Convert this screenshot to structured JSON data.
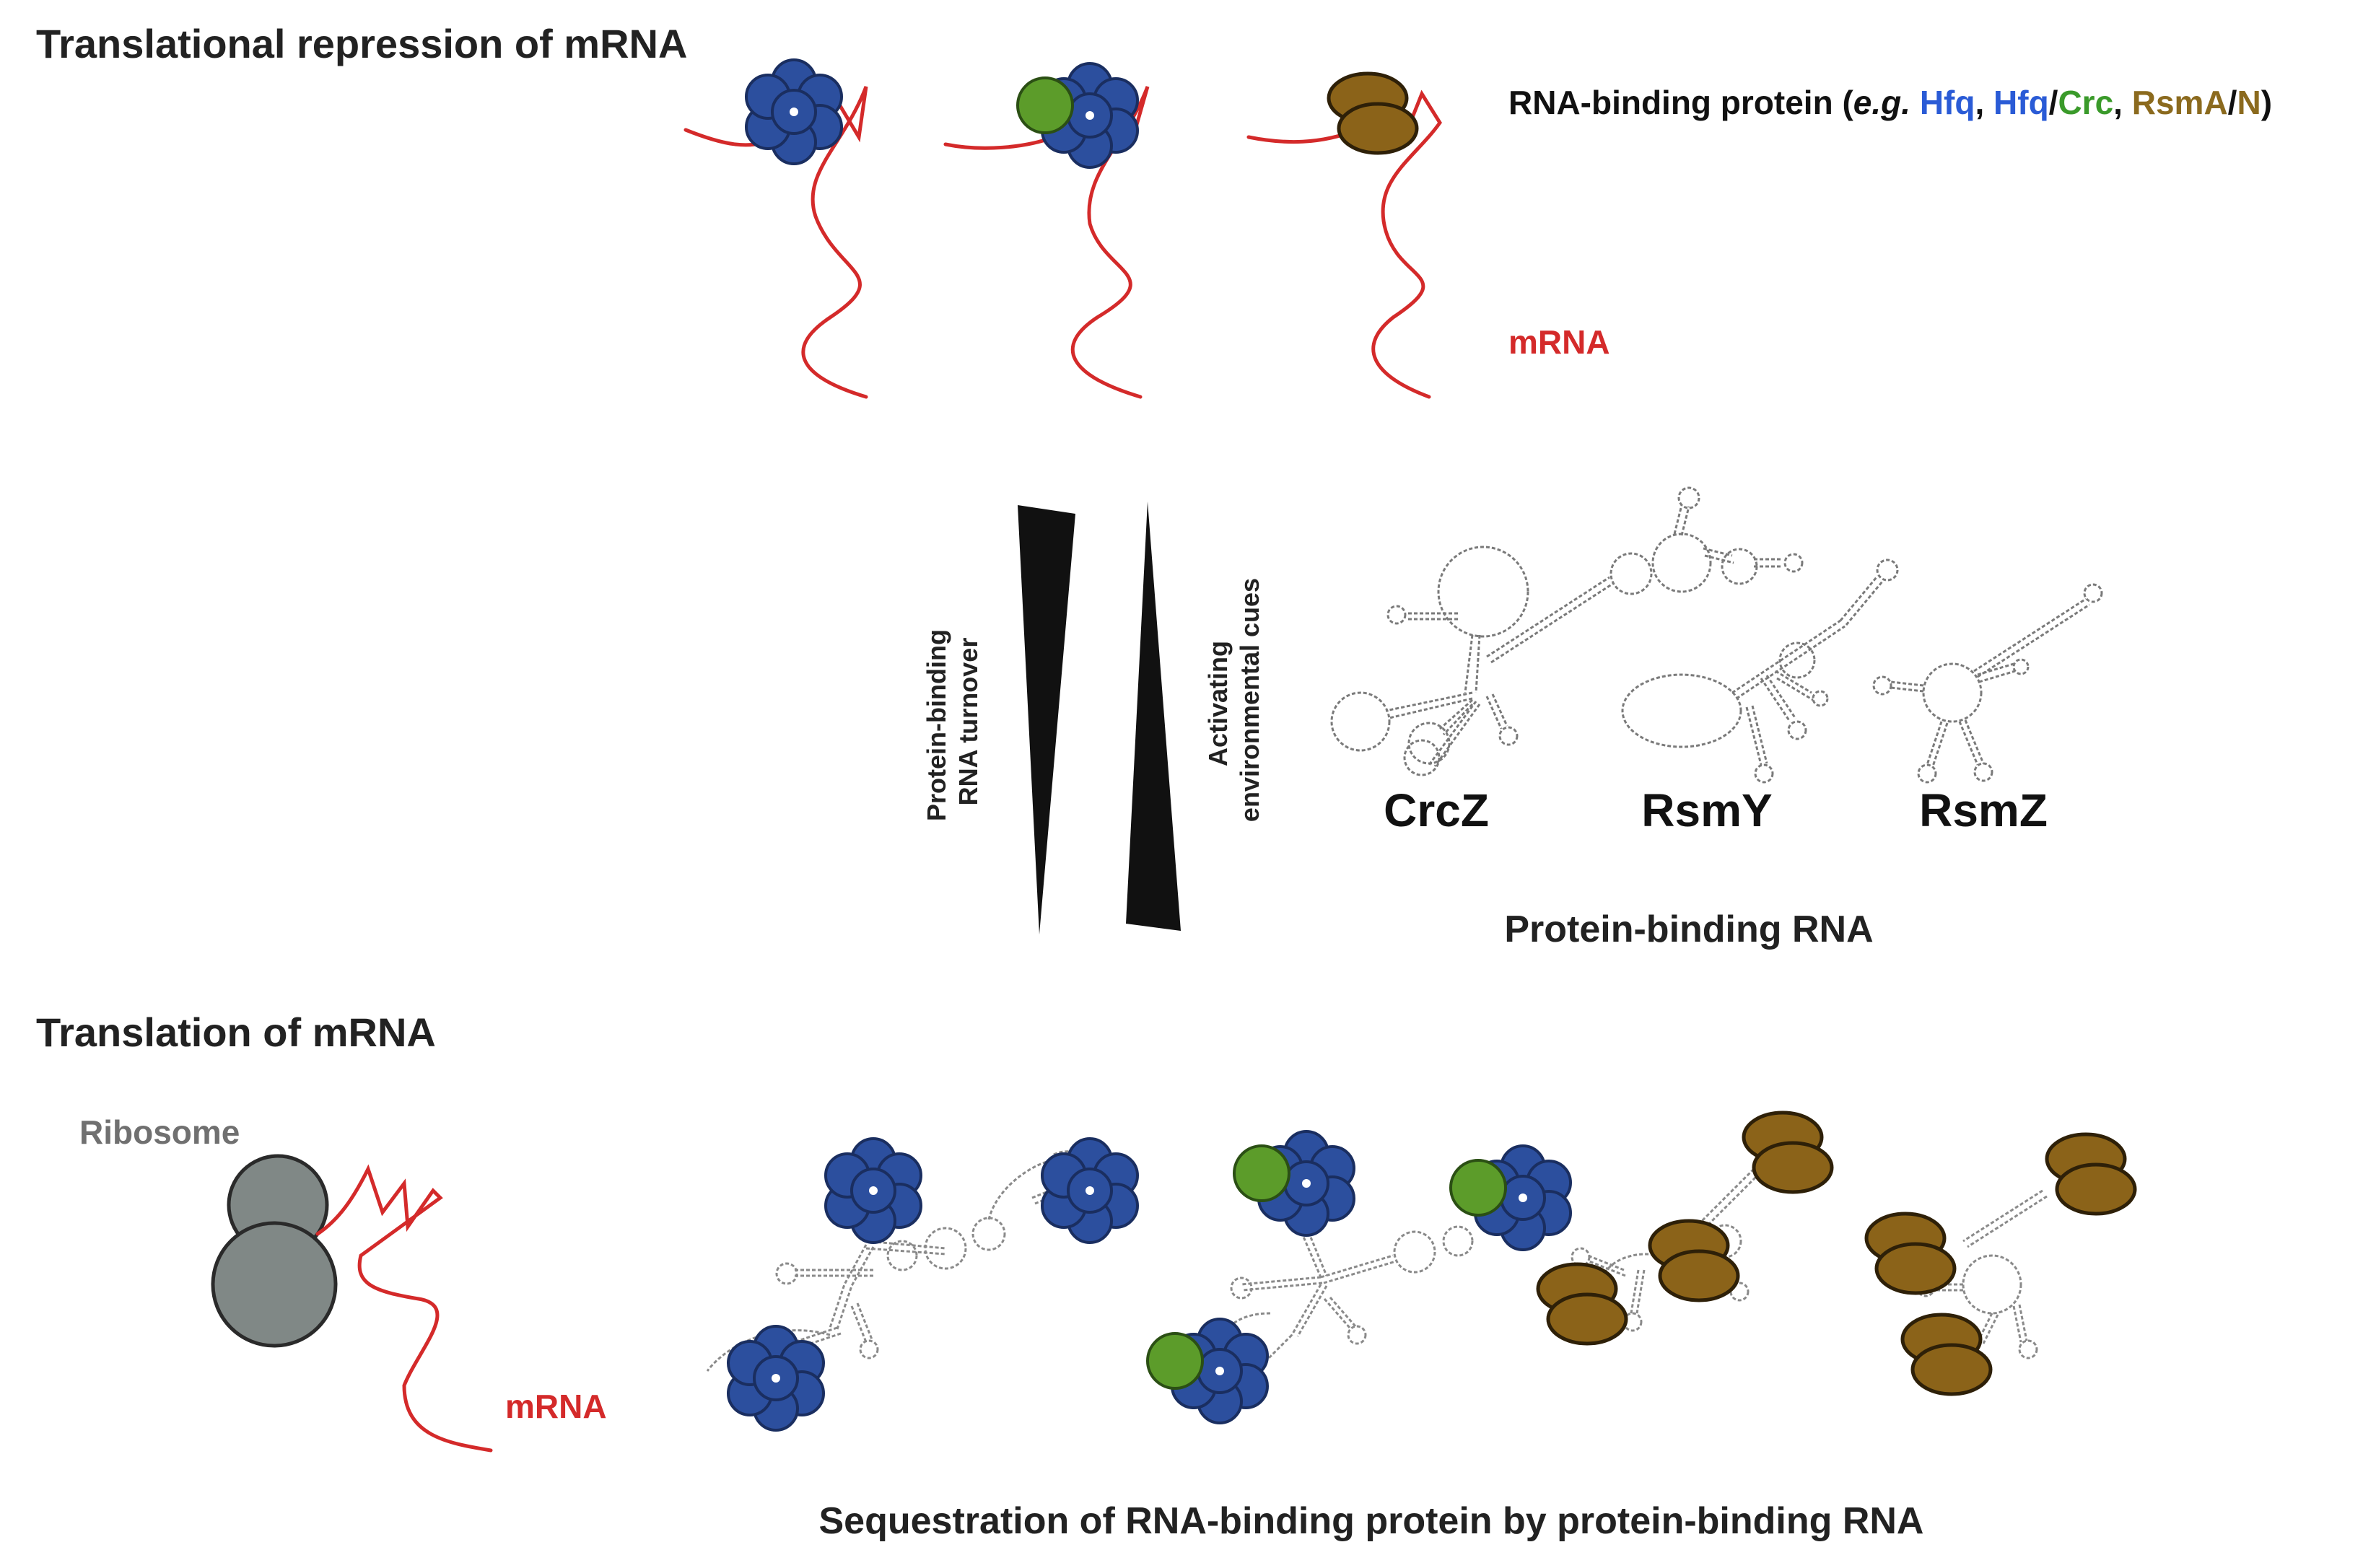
{
  "headings": {
    "top": "Translational repression of mRNA",
    "bottom": "Translation of mRNA"
  },
  "legend": {
    "prefix": "RNA-binding protein (",
    "eg": "e.g.",
    "sep1": " ",
    "hfq1": "Hfq",
    "comma1": ", ",
    "hfq2": "Hfq",
    "slash1": "/",
    "crc": "Crc",
    "comma2": ", ",
    "rsma": "RsmA",
    "slash2": "/",
    "n": "N",
    "suffix": ")"
  },
  "labels": {
    "mrna_top": "mRNA",
    "mrna_bottom": "mRNA",
    "ribosome": "Ribosome",
    "turnover_line1": "Protein-binding",
    "turnover_line2": "RNA turnover",
    "cues_line1": "Activating",
    "cues_line2": "environmental cues",
    "crcz": "CrcZ",
    "rsmy": "RsmY",
    "rsmz": "RsmZ",
    "protein_binding_rna": "Protein-binding RNA",
    "sequestration": "Sequestration of RNA-binding protein by protein-binding RNA"
  },
  "colors": {
    "hfq": "#2c4f9e",
    "crc": "#5c9c2a",
    "rsma": "#8b6319",
    "mrna": "#d42a2a",
    "ribosome": "#808886",
    "hfq_text": "#2a5bd6",
    "crc_text": "#3a9a2a",
    "rsma_text": "#8b6a1e"
  }
}
